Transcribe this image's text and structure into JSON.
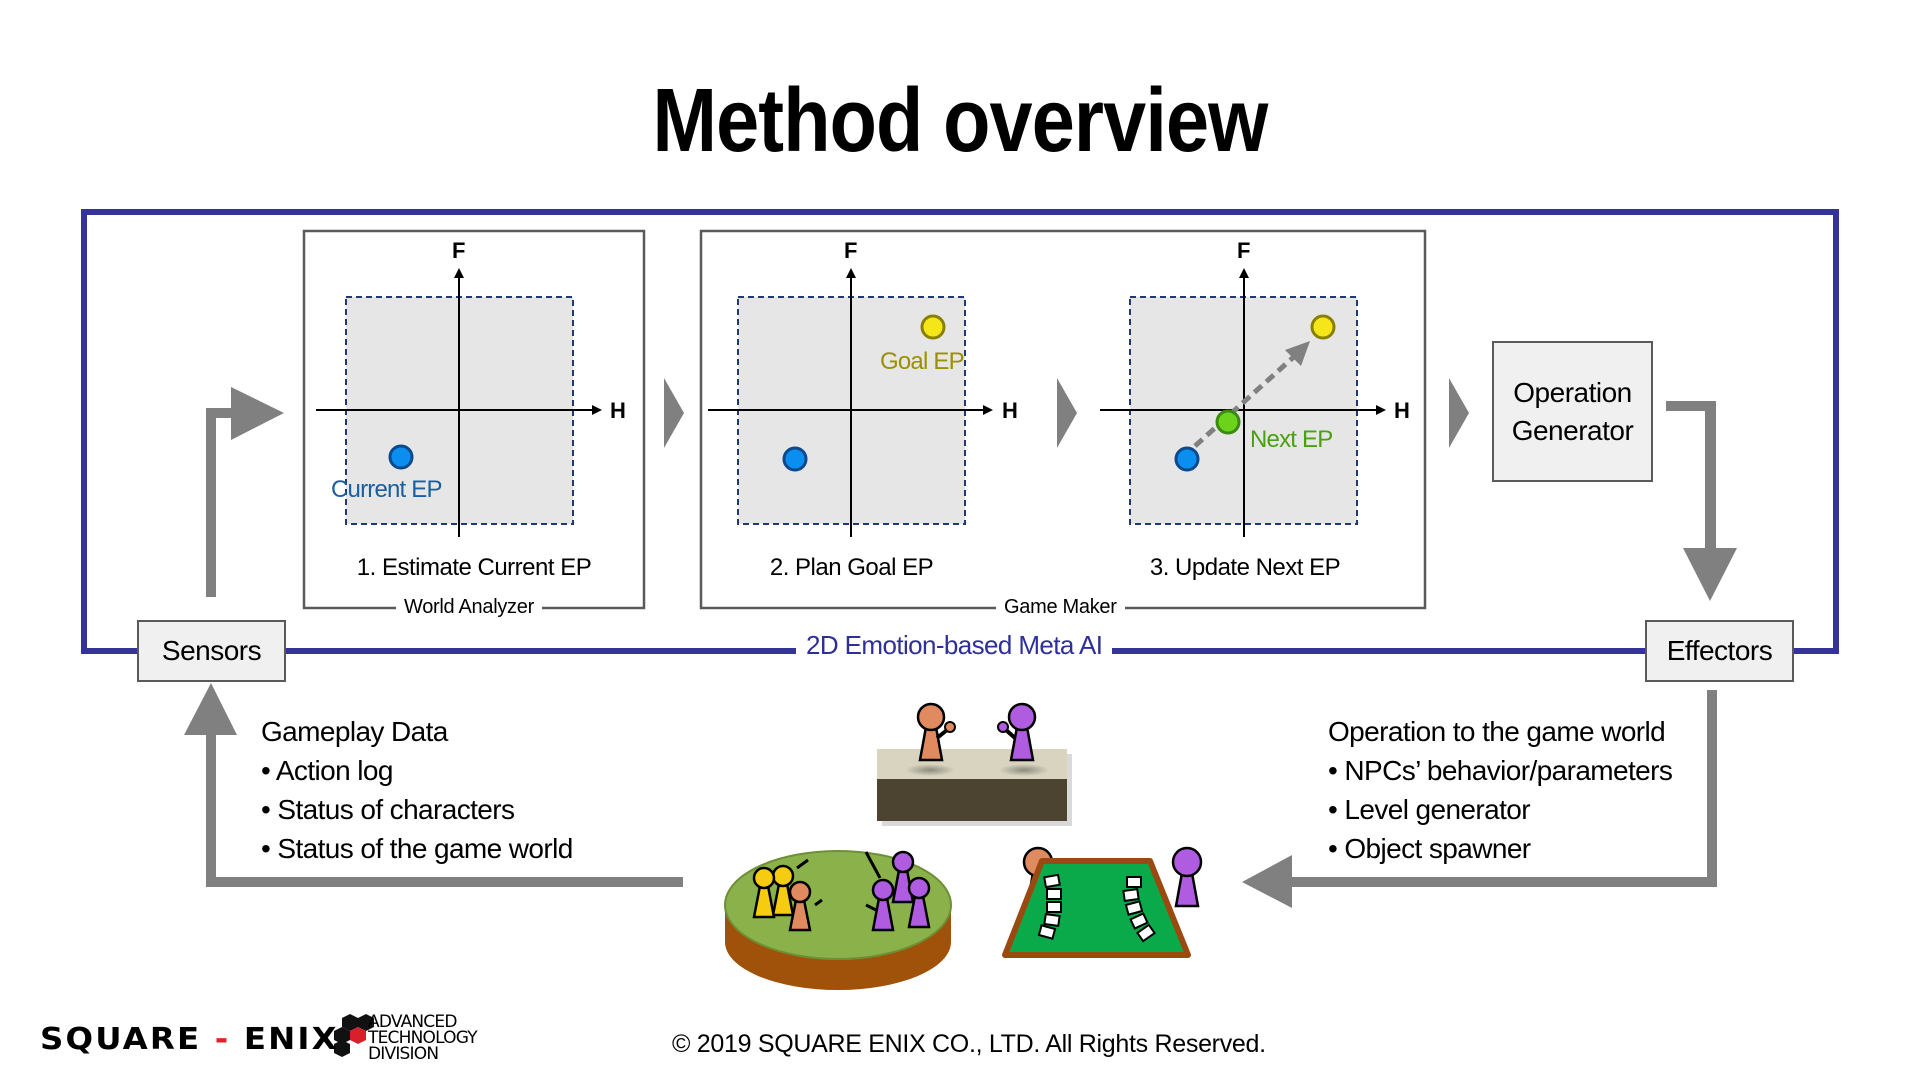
{
  "title": "Method overview",
  "frame_label": "2D Emotion-based Meta AI",
  "colors": {
    "frame": "#333399",
    "arrow_gray": "#808080",
    "current_ep": "#0a8ff0",
    "goal_ep": "#f5e61a",
    "next_ep": "#6ad31a",
    "current_label": "#1a5fa0",
    "goal_label": "#9a9000",
    "next_label": "#4aa010"
  },
  "axes": {
    "x_label": "H",
    "y_label": "F"
  },
  "modules": {
    "world_analyzer": {
      "label": "World Analyzer",
      "steps": [
        {
          "caption": "1. Estimate Current EP",
          "point_labels": {
            "current": "Current EP"
          }
        }
      ]
    },
    "game_maker": {
      "label": "Game Maker",
      "steps": [
        {
          "caption": "2. Plan Goal EP",
          "point_labels": {
            "goal": "Goal EP"
          }
        },
        {
          "caption": "3. Update Next EP",
          "point_labels": {
            "next": "Next EP"
          }
        }
      ]
    }
  },
  "operation_generator": {
    "line1": "Operation",
    "line2": "Generator"
  },
  "sensors": {
    "label": "Sensors"
  },
  "effectors": {
    "label": "Effectors"
  },
  "gameplay_data": {
    "heading": "Gameplay Data",
    "items": [
      "• Action log",
      "• Status of characters",
      "• Status of the game world"
    ]
  },
  "operation_to_world": {
    "heading": "Operation to the game world",
    "items": [
      "• NPCs’ behavior/parameters",
      "• Level generator",
      "• Object spawner"
    ]
  },
  "footer": {
    "logo_main_a": "SQUARE",
    "logo_main_b": "ENIX",
    "logo_div_lines": [
      "ADVANCED",
      "TECHNOLOGY",
      "DIVISION"
    ],
    "copyright": "© 2019 SQUARE ENIX CO., LTD. All Rights Reserved."
  }
}
